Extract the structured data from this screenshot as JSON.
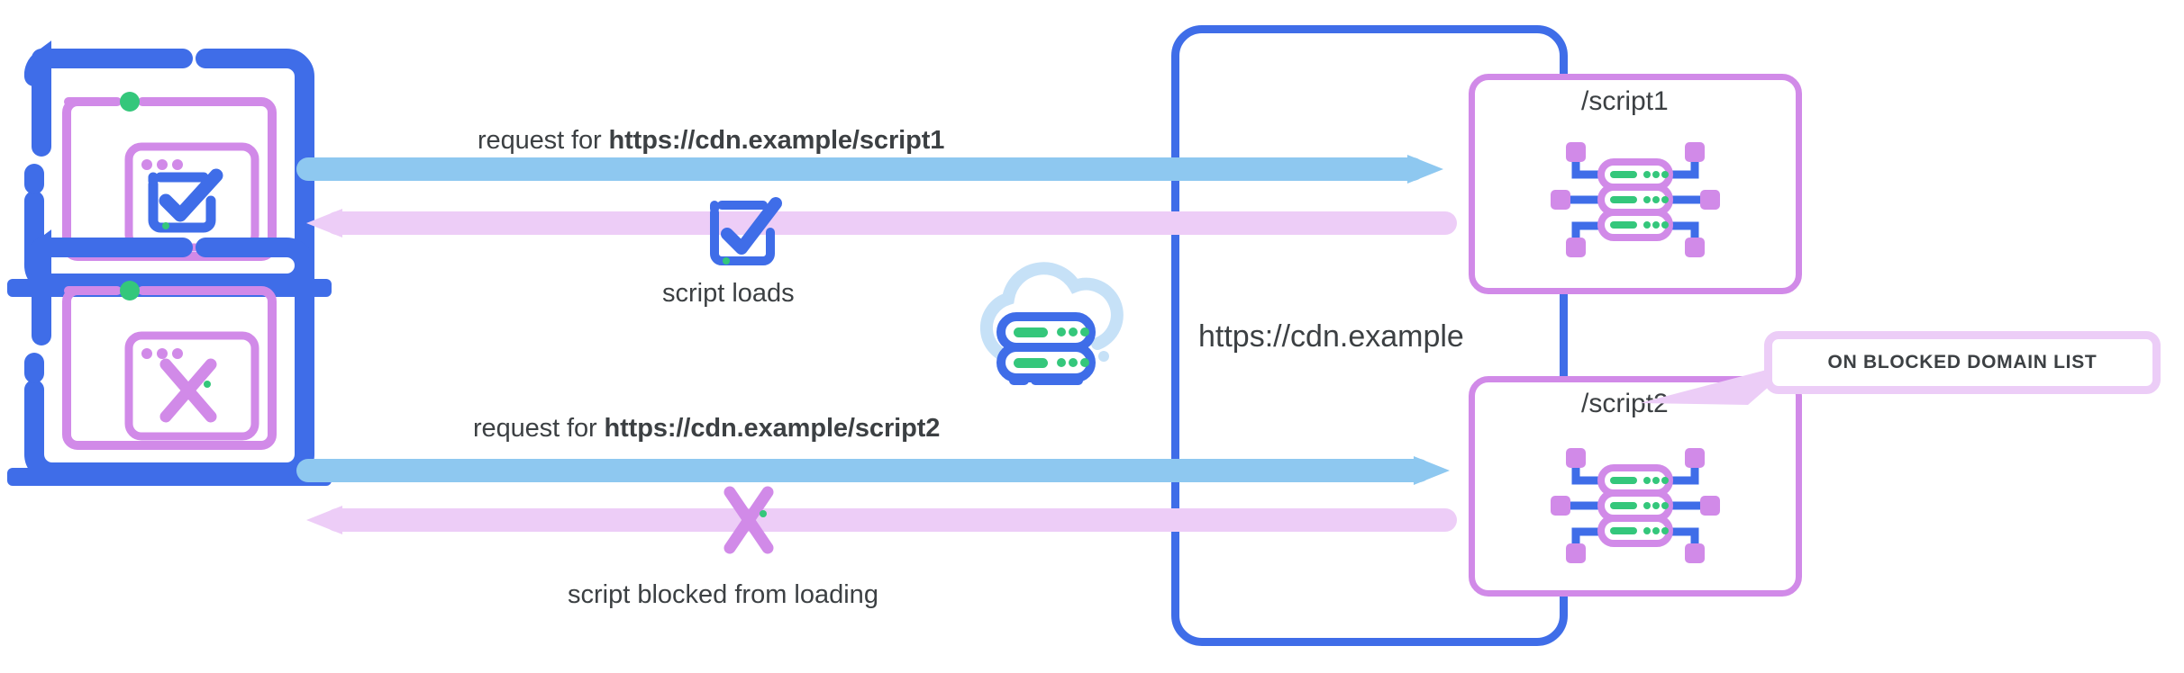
{
  "diagram": {
    "title_domain": "https://cdn.example",
    "rows": [
      {
        "id": "script1",
        "request_prefix": "request for ",
        "request_url": "https://cdn.example/script1",
        "status": "script loads",
        "endpoint_label": "/script1",
        "client_icon": "checkmark-icon",
        "result_icon": "checkmark-icon",
        "blocked": false
      },
      {
        "id": "script2",
        "request_prefix": "request for ",
        "request_url": "https://cdn.example/script2",
        "status": "script blocked from loading",
        "endpoint_label": "/script2",
        "client_icon": "cross-icon",
        "result_icon": "cross-icon",
        "blocked": true
      }
    ],
    "callout": {
      "text": "ON BLOCKED DOMAIN LIST"
    },
    "icons": {
      "laptop": "laptop-icon",
      "cloud_server": "cloud-server-icon",
      "server_rack": "server-rack-icon",
      "checkmark": "checkmark-icon",
      "cross": "cross-icon",
      "request_arrow": "arrow-right-icon",
      "response_arrow": "arrow-left-icon"
    },
    "colors": {
      "blue": "#3f6de8",
      "blue_arrow": "#8ec8f0",
      "violet": "#d18ae8",
      "violet_arrow": "#edcdf7",
      "cloud": "#c6e1f7",
      "green": "#34c77b",
      "text": "#3c4043",
      "white": "#ffffff"
    }
  }
}
